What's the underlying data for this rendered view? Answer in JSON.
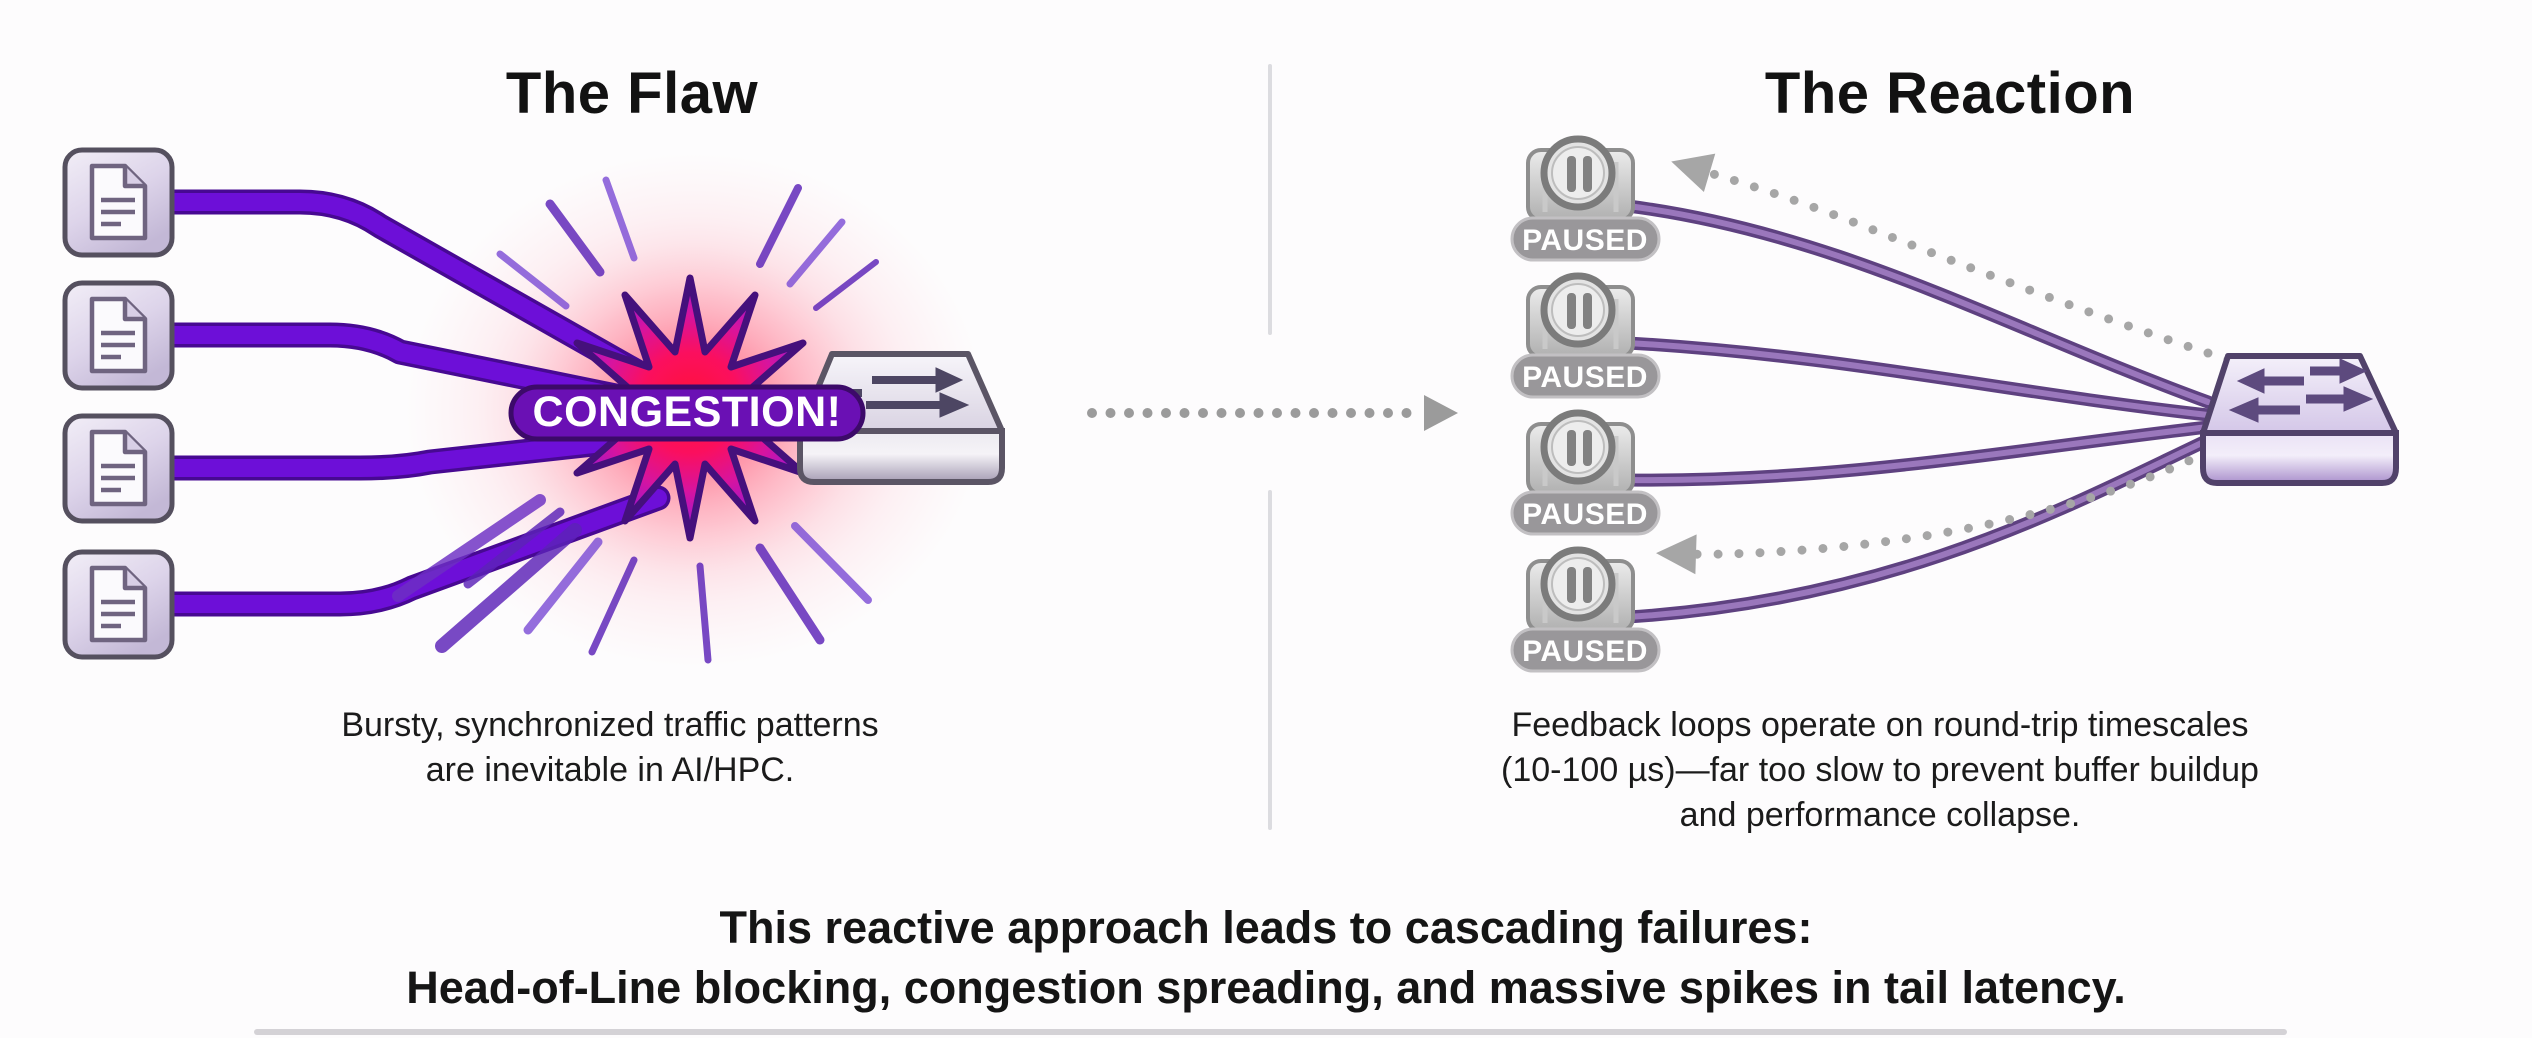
{
  "left_panel": {
    "title": "The Flaw",
    "congestion_label": "CONGESTION!",
    "caption_line1": "Bursty, synchronized traffic patterns",
    "caption_line2": "are inevitable in AI/HPC."
  },
  "right_panel": {
    "title": "The Reaction",
    "paused_label": "PAUSED",
    "caption_line1": "Feedback loops operate on round-trip timescales",
    "caption_line2": "(10-100 µs)—far too slow to prevent buffer buildup",
    "caption_line3": "and performance collapse."
  },
  "footer": {
    "line1": "This reactive approach leads to cascading failures:",
    "line2": "Head-of-Line blocking, congestion spreading, and massive spikes in tail latency."
  },
  "colors": {
    "flow_purple": "#6d0fd8",
    "flow_purple_edge": "#470992",
    "reaction_tube": "#9a77bc",
    "reaction_tube_edge": "#5e4180",
    "congestion_red": "#ff1238",
    "congestion_outer_purple": "#8d18cc",
    "banner_purple": "#6a10b4",
    "paused_gray": "#99979a",
    "dotted_arrow_gray": "#a6a6a6",
    "divider_gray": "#dcdce0"
  }
}
